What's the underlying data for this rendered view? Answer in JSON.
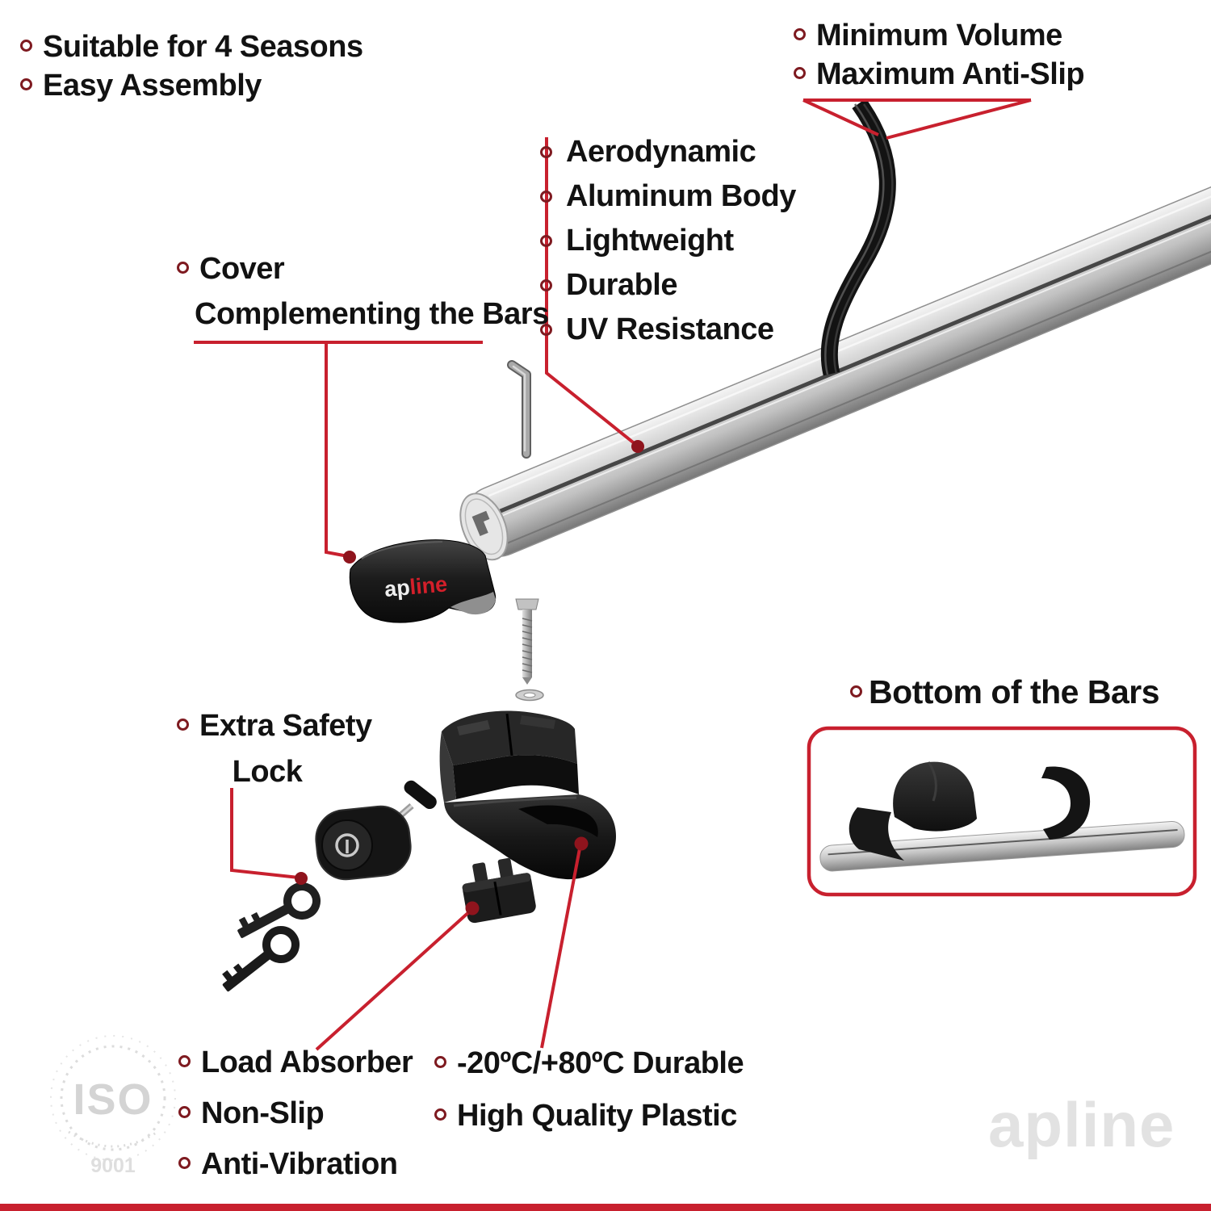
{
  "colors": {
    "accent_red": "#c8202e",
    "connector_dot": "#8f141d",
    "bullet_ring": "#7e1a20",
    "text": "#121212",
    "watermark_gray": "#e2e2e2",
    "background": "#ffffff"
  },
  "icons": {
    "list_bullet": "open-circle"
  },
  "callouts": {
    "top_left": {
      "items": [
        "Suitable for 4 Seasons",
        "Easy Assembly"
      ]
    },
    "top_right": {
      "items": [
        "Minimum Volume",
        "Maximum Anti-Slip"
      ]
    },
    "cover": {
      "line1": "Cover",
      "line2": "Complementing the Bars"
    },
    "bar_features": {
      "items": [
        "Aerodynamic",
        "Aluminum Body",
        "Lightweight",
        "Durable",
        "UV Resistance"
      ]
    },
    "safety_lock": {
      "line1": "Extra Safety",
      "line2": "Lock"
    },
    "bottom_of_bars": {
      "label": "Bottom of the Bars"
    },
    "foot_left": {
      "items": [
        "Load Absorber",
        "Non-Slip",
        "Anti-Vibration"
      ]
    },
    "foot_right": {
      "items": [
        "-20ºC/+80ºC Durable",
        "High Quality Plastic"
      ]
    }
  },
  "product_logo": {
    "prefix": "ap",
    "suffix": "line"
  },
  "watermarks": {
    "iso_top": "ISO",
    "iso_bottom": "9001",
    "brand": "apline"
  }
}
